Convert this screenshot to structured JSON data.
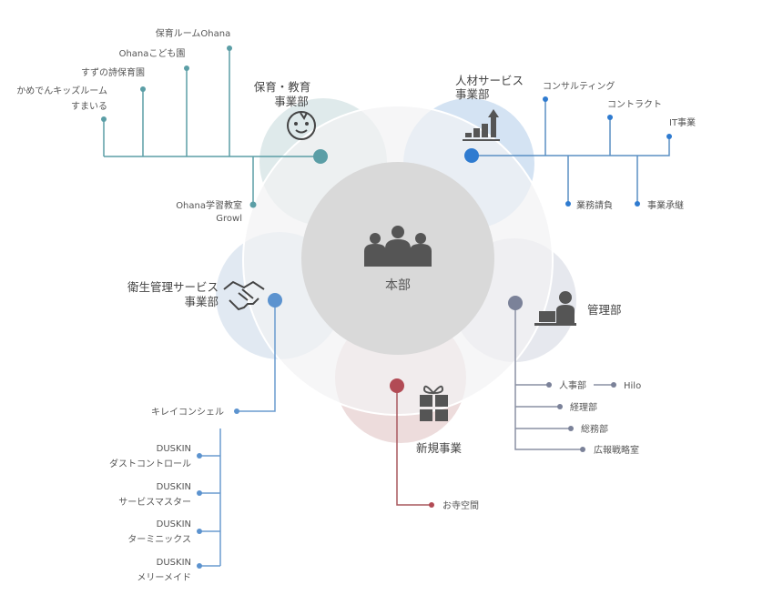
{
  "center": {
    "label": "本部"
  },
  "colors": {
    "teal": "#5b9ea6",
    "blue": "#2f7bd0",
    "lightblue": "#5c93cf",
    "gray": "#7b8299",
    "red": "#b24b55",
    "text": "#555555"
  },
  "childcare": {
    "title1": "保育・教育",
    "title2": "事業部",
    "items": [
      "保育ルームOhana",
      "Ohanaこども園",
      "すずの詩保育園",
      "かめでんキッズルーム",
      "すまいる",
      "Ohana学習教室",
      "Growl"
    ]
  },
  "hr_services": {
    "title1": "人材サービス",
    "title2": "事業部",
    "items": [
      "コンサルティング",
      "コントラクト",
      "IT事業",
      "業務請負",
      "事業承継"
    ]
  },
  "hygiene": {
    "title1": "衛生管理サービス",
    "title2": "事業部",
    "items": [
      "キレイコンシェル",
      "DUSKIN",
      "ダストコントロール",
      "DUSKIN",
      "サービスマスター",
      "DUSKIN",
      "ターミニックス",
      "DUSKIN",
      "メリーメイド"
    ]
  },
  "admin": {
    "title": "管理部",
    "items": [
      "人事部",
      "Hilo",
      "経理部",
      "総務部",
      "広報戦略室"
    ]
  },
  "new_business": {
    "title": "新規事業",
    "items": [
      "お寺空間"
    ]
  }
}
